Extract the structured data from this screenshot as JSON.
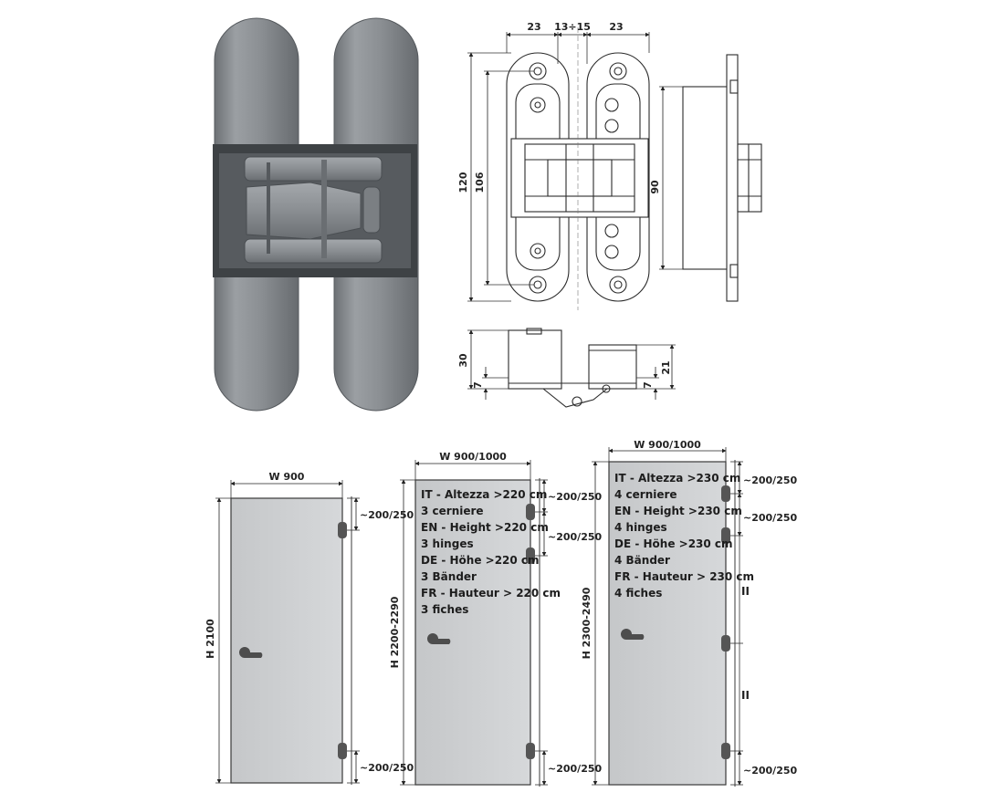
{
  "hinge_drawing": {
    "width_left": "23",
    "width_gap": "13÷15",
    "width_right": "23",
    "height_total": "120",
    "height_inner": "106",
    "height_side": "90",
    "depth_total": "30",
    "depth_bottom_left": "7",
    "depth_bottom_right": "7",
    "depth_right": "21"
  },
  "doors": [
    {
      "width_label": "W 900",
      "height_label": "H 2100",
      "top_gap": "~200/250",
      "bottom_gap": "~200/250",
      "lines": []
    },
    {
      "width_label": "W 900/1000",
      "height_label": "H 2200-2290",
      "top_gap": "~200/250",
      "mid_gap": "~200/250",
      "bottom_gap": "~200/250",
      "lines": [
        "IT - Altezza >220 cm",
        "3 cerniere",
        "EN - Height >220 cm",
        "3 hinges",
        "DE - Höhe >220 cm",
        "3 Bänder",
        "FR - Hauteur > 220 cm",
        "3 fiches"
      ]
    },
    {
      "width_label": "W 900/1000",
      "height_label": "H 2300-2490",
      "top_gap": "~200/250",
      "mid_gap": "~200/250",
      "bottom_gap": "~200/250",
      "equal_mark_1": "II",
      "equal_mark_2": "II",
      "lines": [
        "IT - Altezza >230 cm",
        "4 cerniere",
        "EN - Height >230 cm",
        "4 hinges",
        "DE - Höhe >230 cm",
        "4 Bänder",
        "FR - Hauteur > 230 cm",
        "4 fiches"
      ]
    }
  ],
  "colors": {
    "metal": "#8e9296",
    "metal_dark": "#5f6367",
    "door_fill": "#cfd1d3",
    "door_stroke": "#3a3a3a"
  }
}
